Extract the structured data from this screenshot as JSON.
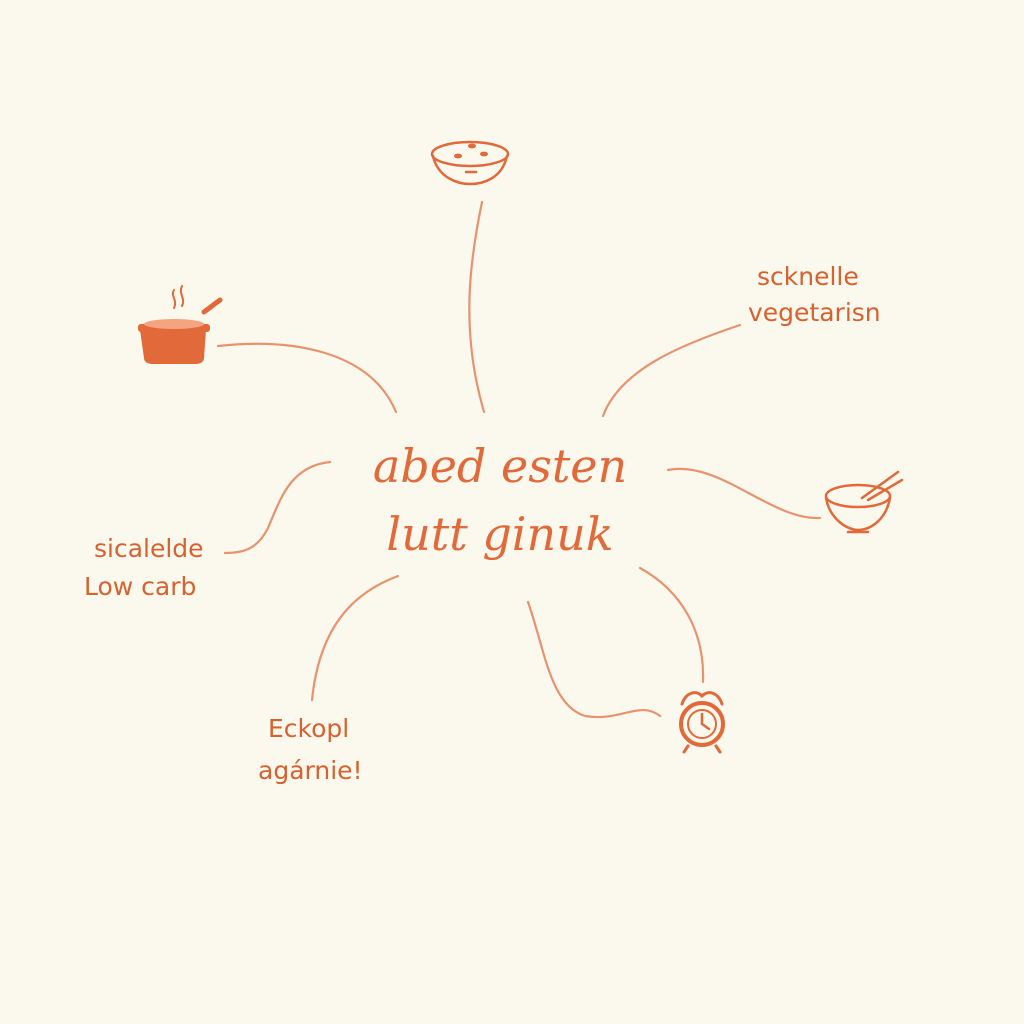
{
  "colors": {
    "background": "#fbf8ee",
    "accent": "#e2693a",
    "line": "#e8936e"
  },
  "center": {
    "line1": "abed esten",
    "line2": "lutt ginuk"
  },
  "branches": {
    "top_right": {
      "line1": "scknelle",
      "line2": "vegetarisn"
    },
    "left": {
      "line1": "sicalelde",
      "line2": "Low carb"
    },
    "bottom_left": {
      "line1": "Eckopl",
      "line2": "agárnie!"
    }
  },
  "icons": {
    "top": "bowl-icon",
    "top_left": "cooking-pot-icon",
    "right": "bowl-with-chopsticks-icon",
    "bottom_right": "alarm-clock-icon"
  }
}
